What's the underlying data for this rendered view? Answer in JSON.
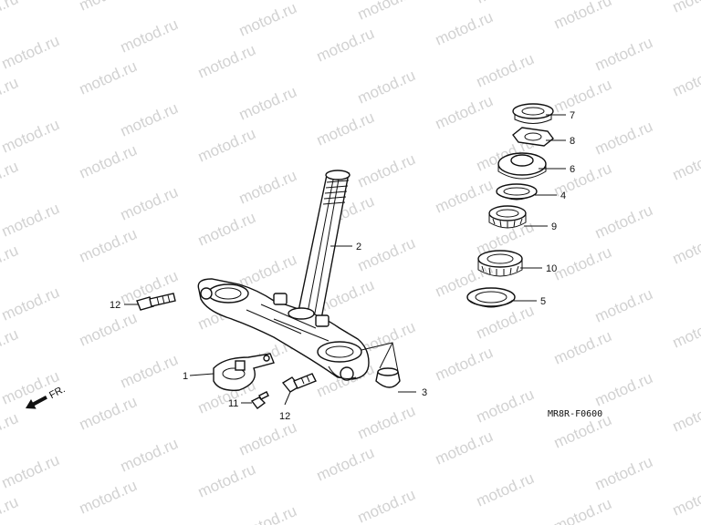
{
  "watermark": "motod.ru",
  "diagram_code": "MR8R-F0600",
  "direction_label": "FR.",
  "callouts": {
    "p1": "1",
    "p2": "2",
    "p3": "3",
    "p4": "4",
    "p5": "5",
    "p6": "6",
    "p7": "7",
    "p8": "8",
    "p9": "9",
    "p10": "10",
    "p11": "11",
    "p12a": "12",
    "p12b": "12"
  },
  "colors": {
    "line": "#111111",
    "part_fill": "#ffffff",
    "shade": "#9a9a9a",
    "watermark": "#d2d2d2"
  }
}
